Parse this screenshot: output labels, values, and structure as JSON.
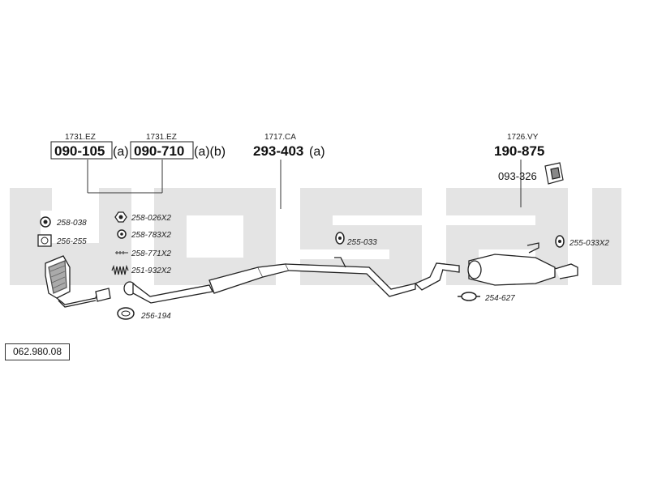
{
  "diagram_id": "062.980.08",
  "watermark": {
    "color": "#e4e4e4"
  },
  "main_parts": [
    {
      "id": "front-pipe-a",
      "ref": "1731.EZ",
      "number": "090-105",
      "suffix": "(a)"
    },
    {
      "id": "front-pipe-b",
      "ref": "1731.EZ",
      "number": "090-710",
      "suffix": "(a)(b)"
    },
    {
      "id": "middle-silencer",
      "ref": "1717.CA",
      "number": "293-403",
      "suffix": "(a)"
    },
    {
      "id": "rear-silencer",
      "ref": "1726.VY",
      "number": "190-875",
      "suffix": ""
    }
  ],
  "secondary_part": {
    "number": "093-326"
  },
  "mounting_parts": {
    "rubber_ring_front": "258-038",
    "gasket_square": "256-255",
    "nut": "258-026X2",
    "washer": "258-783X2",
    "stud_bolt": "258-771X2",
    "spring": "251-932X2",
    "ring_gasket": "256-194",
    "rubber_mount_middle": "255-033",
    "rubber_mount_rear": "255-033X2",
    "clamp": "254-627"
  }
}
